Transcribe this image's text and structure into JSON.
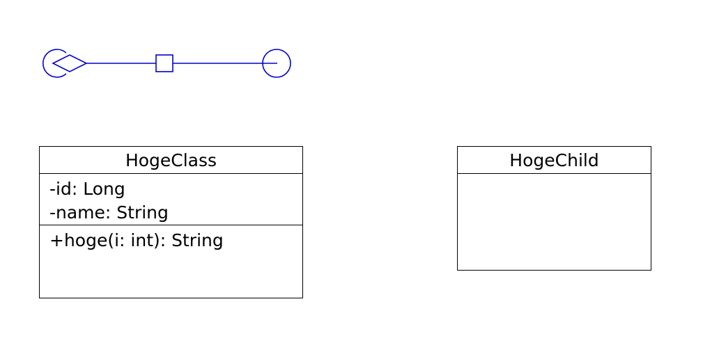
{
  "connector": {
    "color": "#0000cc",
    "start_symbol": "aggregation-diamond-with-circle",
    "middle_symbol": "square-handle",
    "end_symbol": "circle"
  },
  "classes": {
    "hoge_class": {
      "name": "HogeClass",
      "attributes": [
        "-id: Long",
        "-name: String"
      ],
      "operations": [
        "+hoge(i: int): String"
      ]
    },
    "hoge_child": {
      "name": "HogeChild",
      "attributes": [],
      "operations": []
    }
  }
}
